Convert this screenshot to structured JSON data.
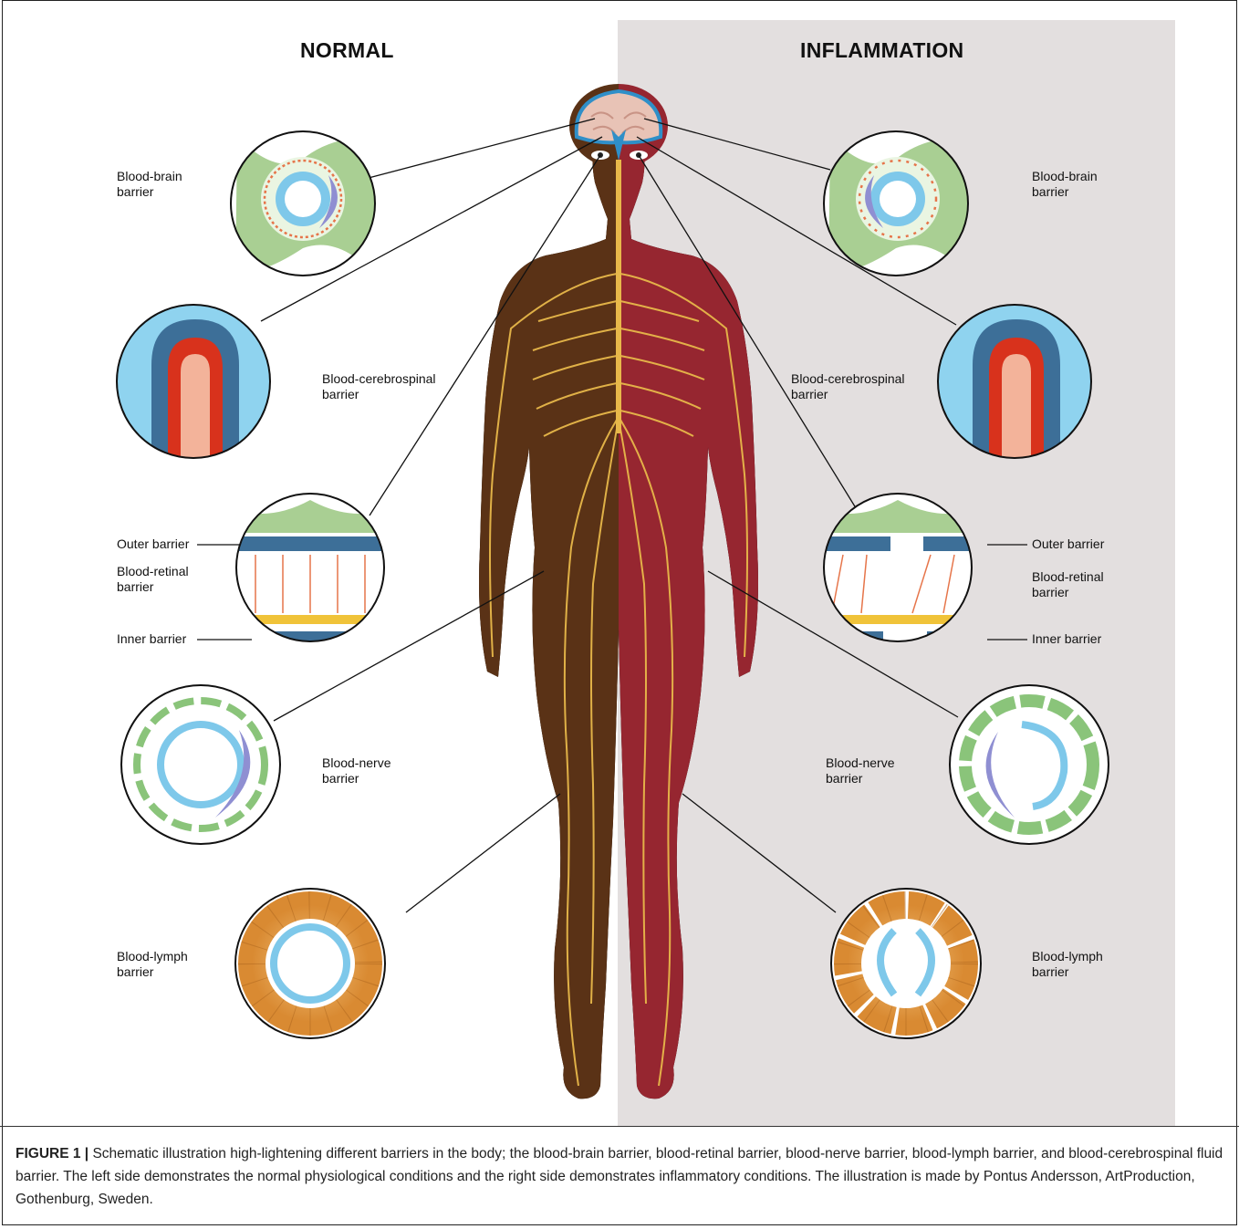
{
  "headings": {
    "left": "NORMAL",
    "right": "INFLAMMATION"
  },
  "left_labels": {
    "bbb": [
      "Blood-brain",
      "barrier"
    ],
    "bcsf": [
      "Blood-cerebrospinal",
      "barrier"
    ],
    "outer": "Outer barrier",
    "retinal": [
      "Blood-retinal",
      "barrier"
    ],
    "inner": "Inner barrier",
    "nerve": [
      "Blood-nerve",
      "barrier"
    ],
    "lymph": [
      "Blood-lymph",
      "barrier"
    ]
  },
  "right_labels": {
    "bbb": [
      "Blood-brain",
      "barrier"
    ],
    "bcsf": [
      "Blood-cerebrospinal",
      "barrier"
    ],
    "outer": "Outer barrier",
    "retinal": [
      "Blood-retinal",
      "barrier"
    ],
    "inner": "Inner barrier",
    "nerve": [
      "Blood-nerve",
      "barrier"
    ],
    "lymph": [
      "Blood-lymph",
      "barrier"
    ]
  },
  "caption": {
    "label": "FIGURE 1 |",
    "text": " Schematic illustration high-lightening different barriers in the body; the blood-brain barrier, blood-retinal barrier, blood-nerve barrier, blood-lymph barrier, and blood-cerebrospinal fluid barrier. The left side demonstrates the normal physiological conditions and the right side demonstrates inflammatory conditions. The illustration is made by Pontus Andersson, ArtProduction, Gothenburg, Sweden."
  },
  "colors": {
    "skin_normal": "#5a3216",
    "skin_inflamed": "#962630",
    "nerve": "#e8b84a",
    "panel": "#e3dfdf",
    "astrocyte": "#a9cf93",
    "vessel": "#7ec8ea",
    "csf_fluid": "#8fd3ef",
    "epithelial": "#3d6f98",
    "lymph_cell": "#e39a42"
  }
}
